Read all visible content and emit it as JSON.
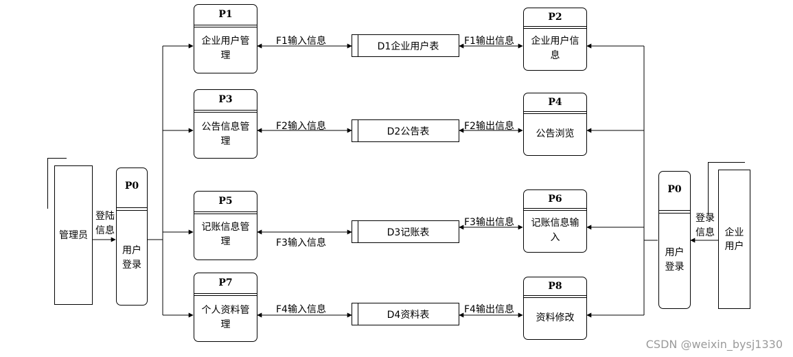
{
  "entities": {
    "admin": "管理员",
    "enterprise_user": "企业\n用户"
  },
  "login_flows": {
    "admin": "登陆\n信息",
    "user": "登录\n信息"
  },
  "processes": {
    "p0_admin": {
      "id": "P0",
      "name": "用户\n登录"
    },
    "p0_user": {
      "id": "P0",
      "name": "用户\n登录"
    },
    "p1": {
      "id": "P1",
      "name": "企业用户管\n理"
    },
    "p2": {
      "id": "P2",
      "name": "企业用户信\n息"
    },
    "p3": {
      "id": "P3",
      "name": "公告信息管\n理"
    },
    "p4": {
      "id": "P4",
      "name": "公告浏览"
    },
    "p5": {
      "id": "P5",
      "name": "记账信息管\n理"
    },
    "p6": {
      "id": "P6",
      "name": "记账信息输\n入"
    },
    "p7": {
      "id": "P7",
      "name": "个人资料管\n理"
    },
    "p8": {
      "id": "P8",
      "name": "资料修改"
    }
  },
  "stores": {
    "d1": "D1企业用户表",
    "d2": "D2公告表",
    "d3": "D3记账表",
    "d4": "D4资料表"
  },
  "flows": {
    "f1_in": "F1输入信息",
    "f1_out": "F1输出信息",
    "f2_in": "F2输入信息",
    "f2_out": "F2输出信息",
    "f3_in": "F3输入信息",
    "f3_out": "F3输出信息",
    "f4_in": "F4输入信息",
    "f4_out": "F4输出信息"
  },
  "watermark": "CSDN @weixin_bysj1330"
}
